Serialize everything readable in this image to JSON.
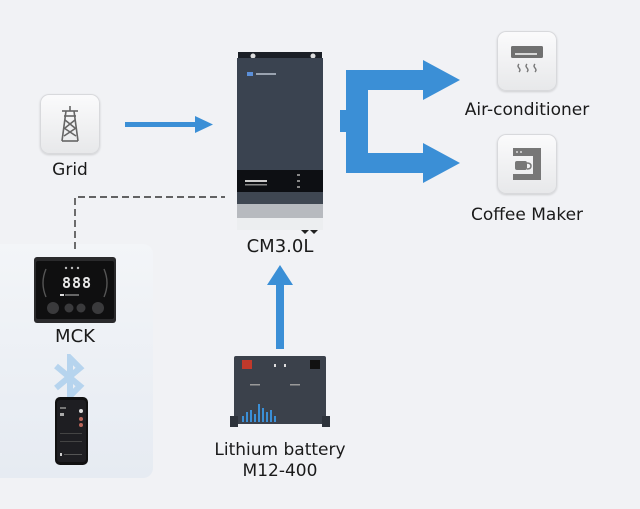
{
  "diagram": {
    "inverter": {
      "label": "CM3.0L"
    },
    "grid": {
      "label": "Grid",
      "icon": "transmission-tower-icon"
    },
    "loads": [
      {
        "label": "Air-conditioner",
        "icon": "air-conditioner-icon"
      },
      {
        "label": "Coffee Maker",
        "icon": "coffee-maker-icon"
      }
    ],
    "controller": {
      "label": "MCK",
      "display": "888"
    },
    "connectivity": {
      "icon": "bluetooth-icon"
    },
    "phone": {
      "icon": "smartphone-icon"
    },
    "battery": {
      "label_line1": "Lithium battery",
      "label_line2": "M12-400"
    },
    "colors": {
      "arrow": "#3b8fd6",
      "dashed_line": "#333333",
      "inverter_body": "#3a4350"
    }
  }
}
